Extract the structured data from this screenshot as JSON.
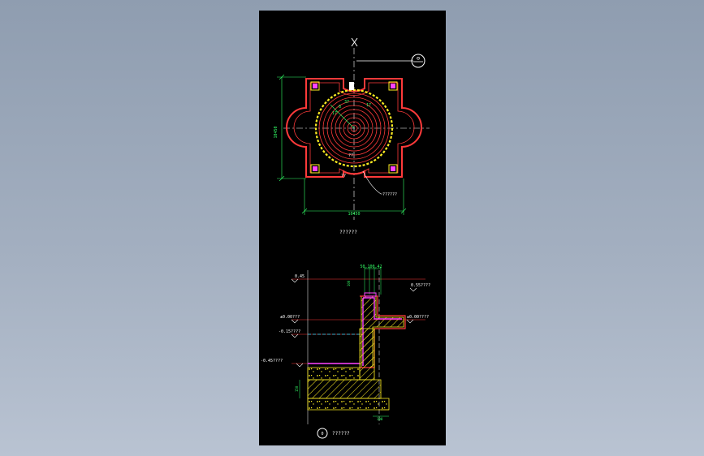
{
  "plan": {
    "north_symbol_label": "⊖",
    "dim_vertical": "10450",
    "dim_horizontal": "10450",
    "callout_label": "??????",
    "title": "??????",
    "ring_radii": [
      "8",
      "17",
      "37",
      "17"
    ],
    "mark_label": "??"
  },
  "section": {
    "top_dims": "50,100,42",
    "side_dim_small": "100",
    "levels": {
      "l1": "0.45",
      "l2": "±0.00???",
      "l3": "-0.15????",
      "l4": "-0.45????",
      "r1": "0.55????",
      "r2": "±0.00????"
    },
    "bottom_dims": {
      "left": "150",
      "right": "100"
    },
    "title_marker": "0",
    "title": "??????"
  },
  "colors": {
    "paper": "#000000",
    "wall": "#ff3a3a",
    "dim": "#33ff66",
    "yellow": "#ffee22",
    "white": "#ffffff",
    "magenta": "#ff44ff",
    "cyan": "#33ddff"
  }
}
